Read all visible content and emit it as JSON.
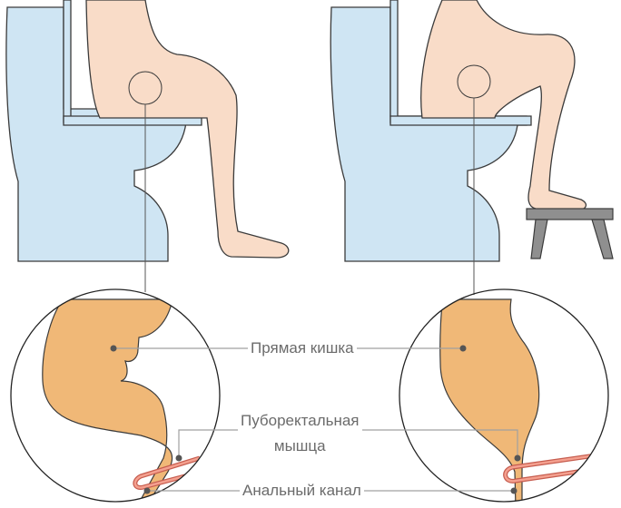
{
  "labels": {
    "rectum": "Прямая кишка",
    "puborectalis_line1": "Пуборектальная",
    "puborectalis_line2": "мышца",
    "anal_canal": "Анальный канал"
  },
  "colors": {
    "toilet": "#cfe5f3",
    "skin": "#f9dcc8",
    "rectum": "#f0b877",
    "muscle": "#e98a7c",
    "stool": "#9a9a9a",
    "line": "#a0a0a0"
  }
}
